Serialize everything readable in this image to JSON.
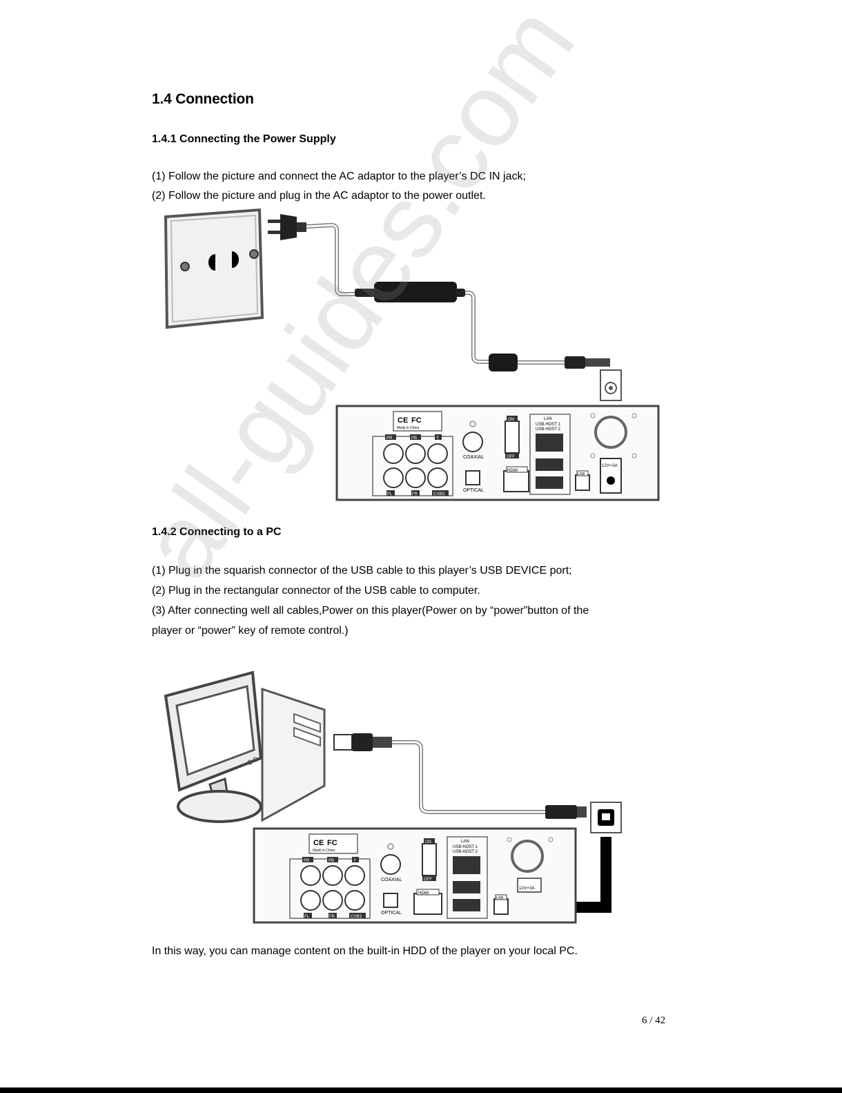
{
  "section": {
    "title": "1.4 Connection"
  },
  "power": {
    "heading": "1.4.1 Connecting the Power Supply",
    "steps": [
      "(1) Follow the picture and connect the AC adaptor to the player’s DC IN jack;",
      "(2) Follow the picture and plug in the AC adaptor to the power outlet."
    ]
  },
  "pc": {
    "heading": "1.4.2 Connecting to a PC",
    "steps": [
      "(1) Plug in the squarish connector of the USB cable to this player’s USB DEVICE port;",
      "(2) Plug in the rectangular connector of the USB cable to computer.",
      "(3) After connecting well all cables,Power on this player(Power on by “power”button of the",
      "player or “power” key of remote control.)"
    ],
    "closing": "In this way, you can manage content on the built-in HDD of the player on your local PC."
  },
  "panel_labels": {
    "ce": "CE",
    "fc": "FC",
    "made_in": "Made in China",
    "pr": "PR",
    "pb": "PB",
    "y": "Y",
    "fl": "FL",
    "fr": "FR",
    "cvbs": "CVBS",
    "coaxial": "COAXIAL",
    "optical": "OPTICAL",
    "on": "ON",
    "off": "OFF",
    "lan": "LAN",
    "usb_host_1": "USB-HOST 1",
    "usb_host_2": "USB-HOST 2",
    "hdmi": "HDMI",
    "usb": "USB",
    "dc_rating": "12V⎓3A"
  },
  "watermark": "all-guides.com",
  "page_number": "6  /  42"
}
